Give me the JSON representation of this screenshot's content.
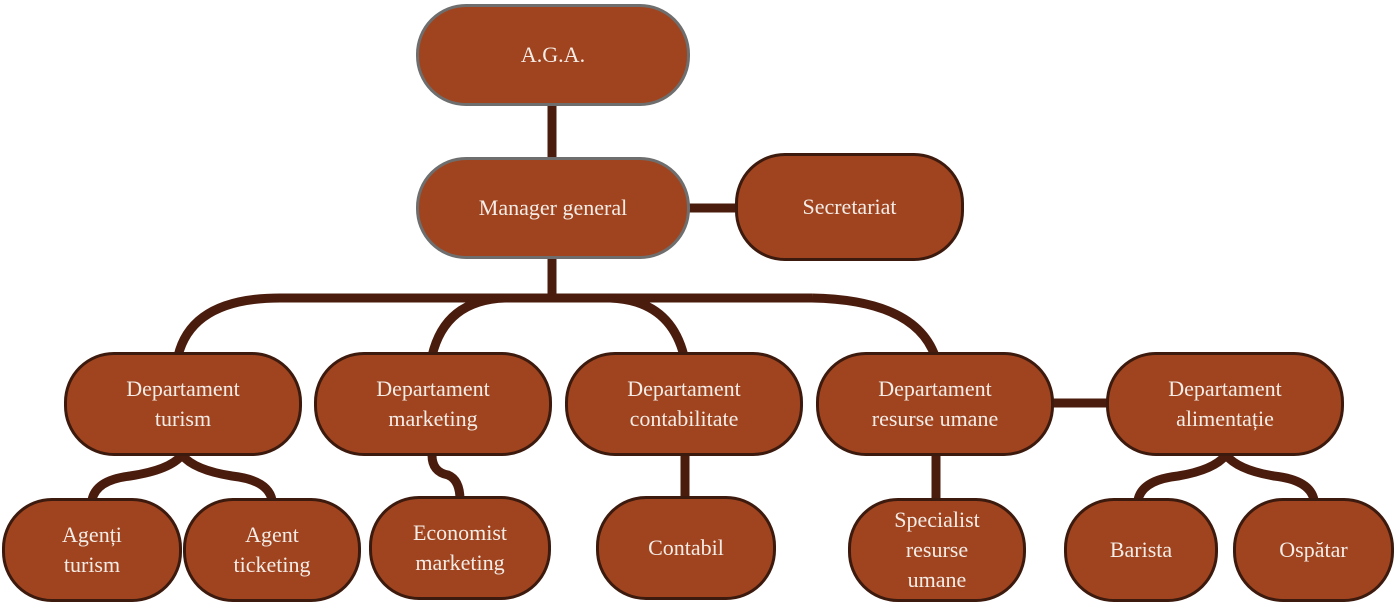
{
  "colors": {
    "node_fill": "#a0441f",
    "node_border": "#3d1a0e",
    "connector": "#4a1c0e",
    "text": "#f4ece6"
  },
  "nodes": {
    "aga": {
      "lines": [
        "A.G.A."
      ]
    },
    "manager": {
      "lines": [
        "Manager general"
      ]
    },
    "secretariat": {
      "lines": [
        "Secretariat"
      ]
    },
    "dep_turism": {
      "lines": [
        "Departament",
        "turism"
      ]
    },
    "dep_marketing": {
      "lines": [
        "Departament",
        "marketing"
      ]
    },
    "dep_contabilitate": {
      "lines": [
        "Departament",
        "contabilitate"
      ]
    },
    "dep_resurse": {
      "lines": [
        "Departament",
        "resurse umane"
      ]
    },
    "dep_alimentatie": {
      "lines": [
        "Departament",
        "alimentație"
      ]
    },
    "agenti_turism": {
      "lines": [
        "Agenți",
        "turism"
      ]
    },
    "agent_ticketing": {
      "lines": [
        "Agent",
        "ticketing"
      ]
    },
    "economist_marketing": {
      "lines": [
        "Economist",
        "marketing"
      ]
    },
    "contabil": {
      "lines": [
        "Contabil"
      ]
    },
    "specialist_resurse": {
      "lines": [
        "Specialist",
        "resurse",
        "umane"
      ]
    },
    "barista": {
      "lines": [
        "Barista"
      ]
    },
    "ospatar": {
      "lines": [
        "Ospătar"
      ]
    }
  }
}
